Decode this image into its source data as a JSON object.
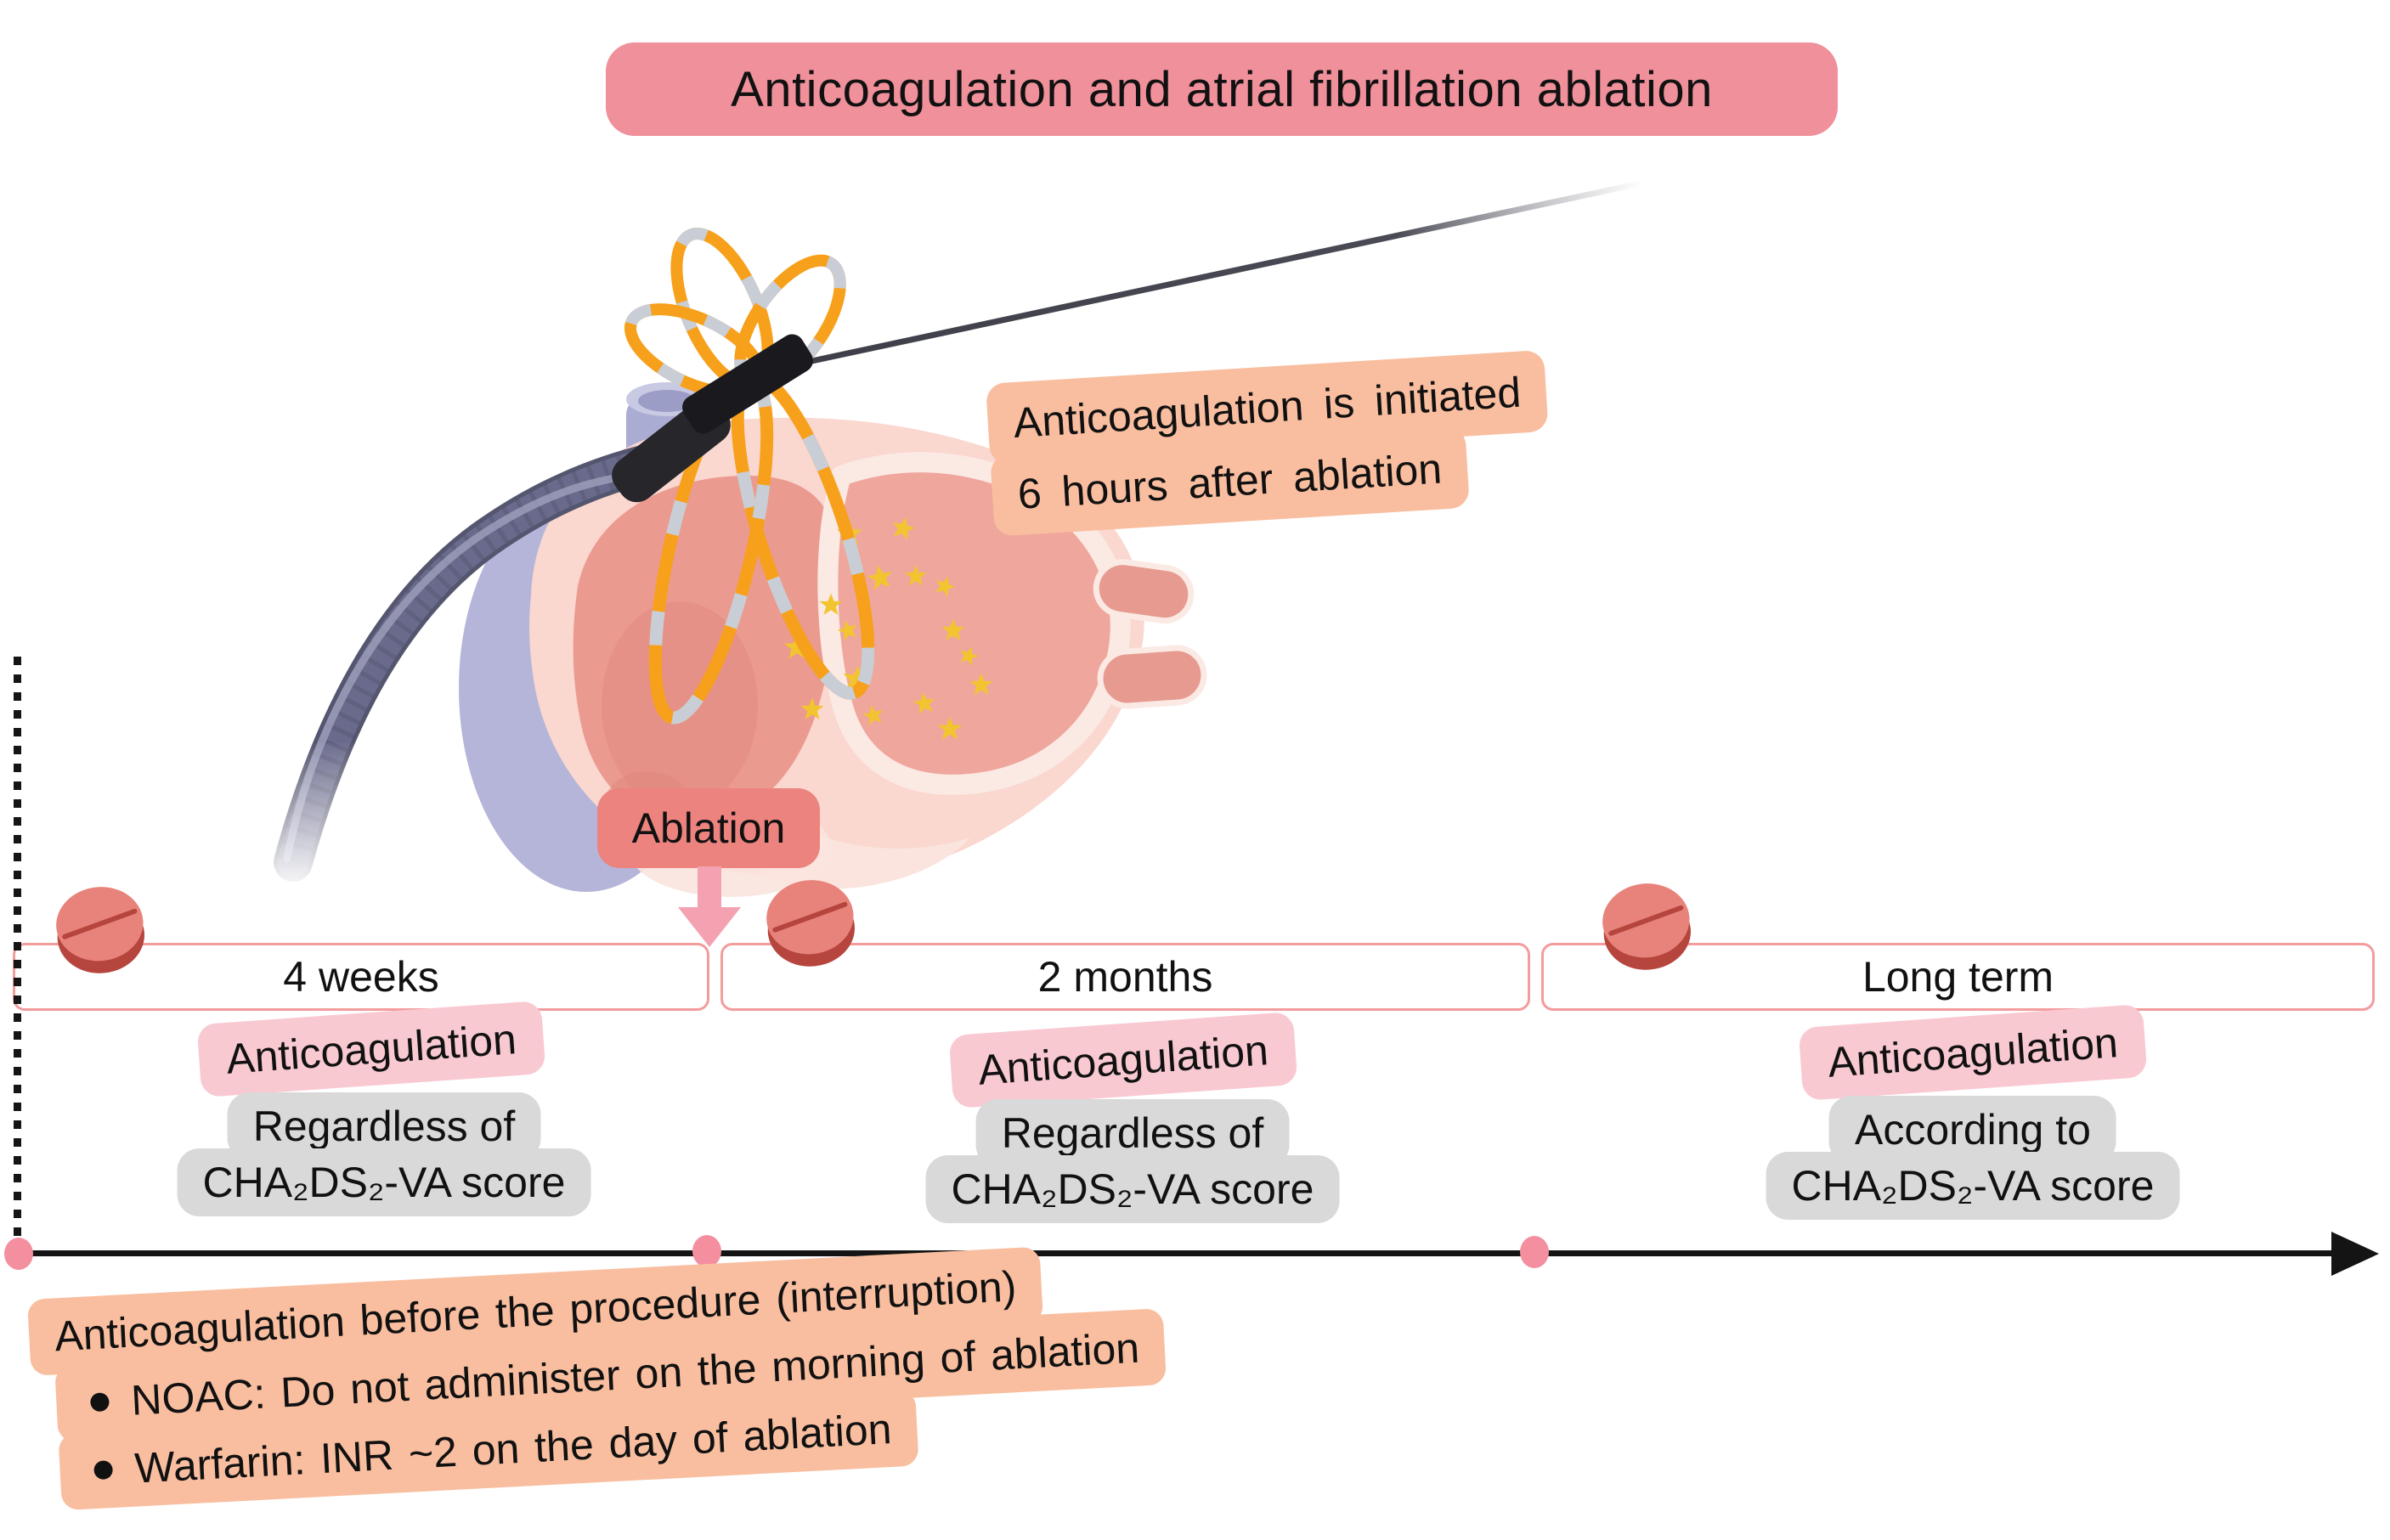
{
  "title": "Anticoagulation and atrial fibrillation ablation",
  "heart_callout": {
    "line1": "Anticoagulation is initiated",
    "line2": "6 hours after ablation"
  },
  "ablation_label": "Ablation",
  "timeline": {
    "segments": [
      {
        "duration": "4 weeks",
        "label": "Anticoagulation",
        "note_line1": "Regardless of",
        "note_line2": "CHA₂DS₂-VA score"
      },
      {
        "duration": "2 months",
        "label": "Anticoagulation",
        "note_line1": "Regardless of",
        "note_line2": "CHA₂DS₂-VA score"
      },
      {
        "duration": "Long term",
        "label": "Anticoagulation",
        "note_line1": "According to",
        "note_line2": "CHA₂DS₂-VA score"
      }
    ]
  },
  "pre_procedure": {
    "title": "Anticoagulation before the procedure (interruption)",
    "bullets": [
      "NOAC: Do not administer on the morning of ablation",
      "Warfarin: INR ~2 on the day of ablation"
    ]
  },
  "icons": {
    "pill": "pill-icon",
    "heart_illustration": "heart-ablation-illustration",
    "lasso_catheter": "lasso-catheter-loops",
    "down_arrow": "down-arrow-icon",
    "timeline_arrow": "timeline-arrowhead"
  },
  "colors": {
    "title_bg": "#EF909A",
    "ablation_bg": "#EC837E",
    "arrow_pink": "#F4A2B1",
    "segment_border": "#F39C9C",
    "label_pink_bg": "#F9C9D2",
    "note_gray_bg": "#D9D9D9",
    "callout_peach_bg": "#F9BE9F",
    "pill_coral": "#E8837B",
    "pill_dark": "#B5453D",
    "timeline_black": "#141414",
    "dot_pink": "#F48FA0",
    "loop_orange": "#F7A01B",
    "star_yellow": "#F2C530",
    "heart_pink": "#EB9A90",
    "vessel_blue": "#B4B5D9"
  }
}
